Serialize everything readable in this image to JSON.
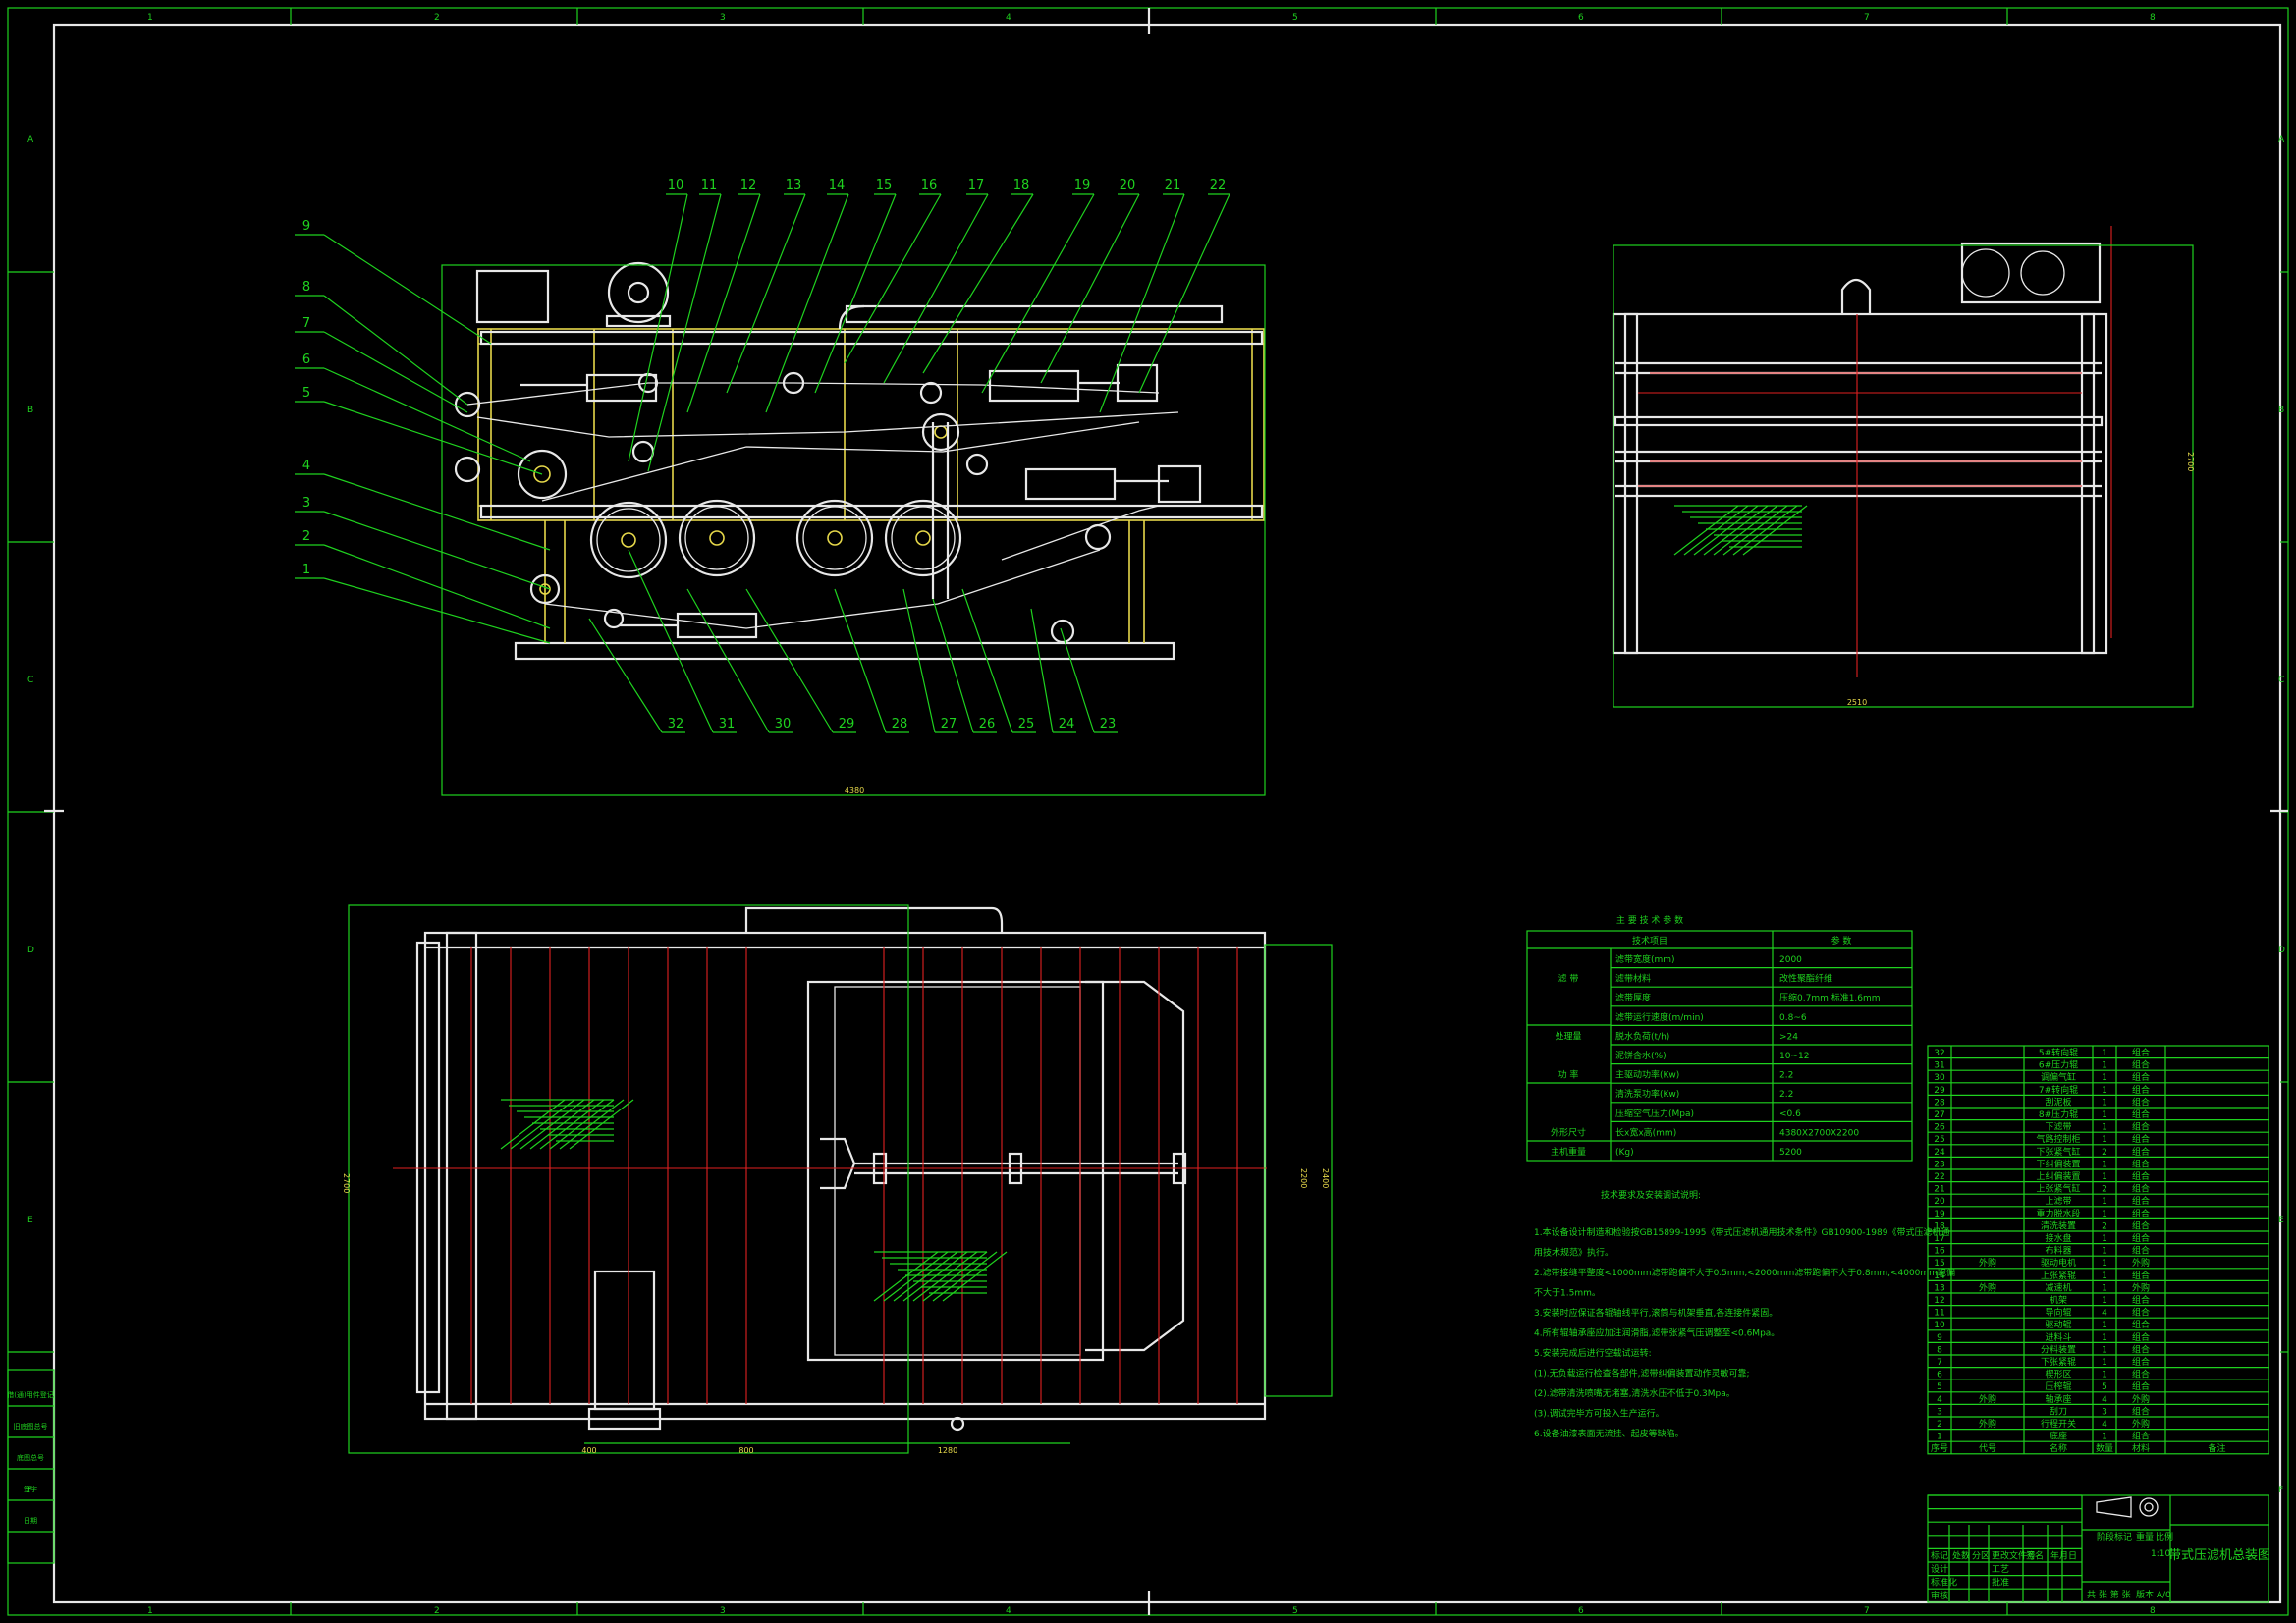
{
  "frame": {
    "col_labels": [
      "1",
      "2",
      "3",
      "4",
      "5",
      "6",
      "7",
      "8"
    ],
    "row_labels": [
      "A",
      "B",
      "C",
      "D",
      "E",
      "F"
    ]
  },
  "front_view": {
    "balloons_top": [
      "10",
      "11",
      "12",
      "13",
      "14",
      "15",
      "16",
      "17",
      "18",
      "19",
      "20",
      "21",
      "22"
    ],
    "balloons_left": [
      "9",
      "8",
      "7",
      "6",
      "5",
      "4",
      "3",
      "2",
      "1"
    ],
    "balloons_bottom": [
      "32",
      "31",
      "30",
      "29",
      "28",
      "27",
      "26",
      "25",
      "24",
      "23"
    ],
    "dim_width": "4380"
  },
  "side_view": {
    "dim_width": "2510",
    "dim_height": "2700"
  },
  "top_view": {
    "dim_left": "2700",
    "dims_right": [
      "2200",
      "2400"
    ],
    "dims_bottom": [
      "400",
      "800",
      "1280"
    ]
  },
  "spec_table": {
    "title": "主 要 技 术 参 数",
    "header": [
      "技术项目",
      "参 数"
    ],
    "rows": [
      {
        "group": "",
        "item": "滤带宽度(mm)",
        "value": "2000"
      },
      {
        "group": "滤 带",
        "item": "滤带材料",
        "value": "改性聚酯纤维"
      },
      {
        "group": "",
        "item": "滤带厚度",
        "value": "压缩0.7mm     标准1.6mm"
      },
      {
        "group": "",
        "item": "滤带运行速度(m/min)",
        "value": "0.8~6"
      },
      {
        "group": "处理量",
        "item": "脱水负荷(t/h)",
        "value": ">24"
      },
      {
        "group": "",
        "item": "泥饼含水(%)",
        "value": "10~12"
      },
      {
        "group": "功 率",
        "item": "主驱动功率(Kw)",
        "value": "2.2"
      },
      {
        "group": "",
        "item": "清洗泵功率(Kw)",
        "value": "2.2"
      },
      {
        "group": "",
        "item": "压缩空气压力(Mpa)",
        "value": "<0.6"
      },
      {
        "group": "外形尺寸",
        "item": "长x宽x高(mm)",
        "value": "4380X2700X2200"
      },
      {
        "group": "主机重量",
        "item": "(Kg)",
        "value": "5200"
      }
    ]
  },
  "notes": {
    "title": "技术要求及安装调试说明:",
    "lines": [
      "1.本设备设计制造和检验按GB15899-1995《带式压滤机通用技术条件》GB10900-1989《带式压滤机通",
      "  用技术规范》执行。",
      "2.滤带接缝平整度<1000mm滤带跑偏不大于0.5mm,<2000mm滤带跑偏不大于0.8mm,<4000mm跑偏",
      "  不大于1.5mm。",
      "3.安装时应保证各辊轴线平行,滚筒与机架垂直,各连接件紧固。",
      "4.所有辊轴承座应加注润滑脂,滤带张紧气压调整至<0.6Mpa。",
      "5.安装完成后进行空载试运转:",
      "  (1).无负载运行检查各部件,滤带纠偏装置动作灵敏可靠;",
      "  (2).滤带清洗喷嘴无堵塞,清洗水压不低于0.3Mpa。",
      "  (3).调试完毕方可投入生产运行。",
      "6.设备油漆表面无流挂、起皮等缺陷。"
    ]
  },
  "bom": {
    "rows": [
      [
        "32",
        "",
        "5#转向辊",
        "1",
        "组合"
      ],
      [
        "31",
        "",
        "6#压力辊",
        "1",
        "组合"
      ],
      [
        "30",
        "",
        "调偏气缸",
        "1",
        "组合"
      ],
      [
        "29",
        "",
        "7#转向辊",
        "1",
        "组合"
      ],
      [
        "28",
        "",
        "刮泥板",
        "1",
        "组合"
      ],
      [
        "27",
        "",
        "8#压力辊",
        "1",
        "组合"
      ],
      [
        "26",
        "",
        "下滤带",
        "1",
        "组合"
      ],
      [
        "25",
        "",
        "气路控制柜",
        "1",
        "组合"
      ],
      [
        "24",
        "",
        "下张紧气缸",
        "2",
        "组合"
      ],
      [
        "23",
        "",
        "下纠偏装置",
        "1",
        "组合"
      ],
      [
        "22",
        "",
        "上纠偏装置",
        "1",
        "组合"
      ],
      [
        "21",
        "",
        "上张紧气缸",
        "2",
        "组合"
      ],
      [
        "20",
        "",
        "上滤带",
        "1",
        "组合"
      ],
      [
        "19",
        "",
        "重力脱水段",
        "1",
        "组合"
      ],
      [
        "18",
        "",
        "清洗装置",
        "2",
        "组合"
      ],
      [
        "17",
        "",
        "接水盘",
        "1",
        "组合"
      ],
      [
        "16",
        "",
        "布料器",
        "1",
        "组合"
      ],
      [
        "15",
        "外购",
        "驱动电机",
        "1",
        "外购"
      ],
      [
        "14",
        "",
        "上张紧辊",
        "1",
        "组合"
      ],
      [
        "13",
        "外购",
        "减速机",
        "1",
        "外购"
      ],
      [
        "12",
        "",
        "机架",
        "1",
        "组合"
      ],
      [
        "11",
        "",
        "导向辊",
        "4",
        "组合"
      ],
      [
        "10",
        "",
        "驱动辊",
        "1",
        "组合"
      ],
      [
        "9",
        "",
        "进料斗",
        "1",
        "组合"
      ],
      [
        "8",
        "",
        "分料装置",
        "1",
        "组合"
      ],
      [
        "7",
        "",
        "下张紧辊",
        "1",
        "组合"
      ],
      [
        "6",
        "",
        "楔形区",
        "1",
        "组合"
      ],
      [
        "5",
        "",
        "压榨辊",
        "5",
        "组合"
      ],
      [
        "4",
        "外购",
        "轴承座",
        "4",
        "外购"
      ],
      [
        "3",
        "",
        "刮刀",
        "3",
        "组合"
      ],
      [
        "2",
        "外购",
        "行程开关",
        "4",
        "外购"
      ],
      [
        "1",
        "",
        "底座",
        "1",
        "组合"
      ]
    ],
    "header": [
      "序号",
      "代号",
      "名称",
      "数量",
      "材料",
      "备注"
    ]
  },
  "title_block": {
    "drawing_title": "带式压滤机总装图",
    "stage_label": "阶段标记",
    "weight_label": "重量",
    "scale_label": "比例",
    "scale": "1:10",
    "sheet": "共 张   第 张",
    "version": "版本 A/0",
    "labels": [
      "标记",
      "处数",
      "分区",
      "更改文件号",
      "签名",
      "年月日",
      "设计",
      "标准化",
      "审核",
      "工艺",
      "批准"
    ]
  },
  "left_sidebar": [
    "借(通)用件登记",
    "旧底图总号",
    "底图总号",
    "签字",
    "日期"
  ]
}
